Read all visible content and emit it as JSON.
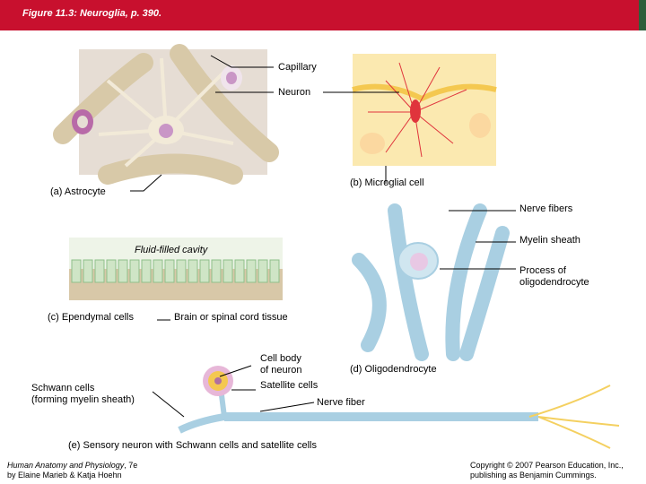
{
  "title": "Figure 11.3: Neuroglia, p. 390.",
  "labels": {
    "capillary": "Capillary",
    "neuron": "Neuron",
    "astrocyte": "(a) Astrocyte",
    "microglial": "(b) Microglial cell",
    "nerve_fibers": "Nerve fibers",
    "myelin_sheath": "Myelin sheath",
    "fluid_cavity": "Fluid-filled cavity",
    "process_oligo": "Process of\noligodendrocyte",
    "ependymal": "(c) Ependymal cells",
    "brain_tissue": "Brain or spinal cord tissue",
    "cell_body": "Cell body\nof neuron",
    "oligodendrocyte": "(d) Oligodendrocyte",
    "satellite": "Satellite cells",
    "schwann": "Schwann cells\n(forming myelin sheath)",
    "nerve_fiber": "Nerve fiber",
    "sensory": "(e) Sensory neuron with Schwann cells and satellite cells"
  },
  "footer": {
    "book_title": "Human Anatomy and Physiology",
    "edition": ", 7e",
    "authors": "by Elaine Marieb & Katja Hoehn",
    "copyright": "Copyright © 2007 Pearson Education, Inc.,",
    "publisher": "publishing as Benjamin Cummings."
  }
}
